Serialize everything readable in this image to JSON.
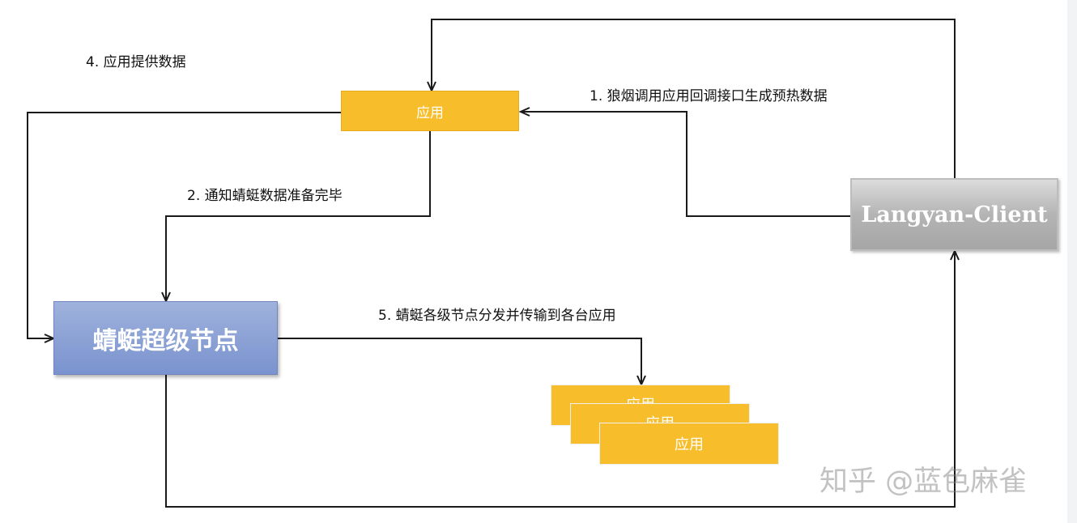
{
  "nodes": {
    "app_top": "应用",
    "client": "Langyan-Client",
    "super_node": "蜻蜓超级节点",
    "app_stack_1": "应用",
    "app_stack_2": "应用",
    "app_stack_3": "应用"
  },
  "steps": {
    "step1": "1. 狼烟调用应用回调接口生成预热数据",
    "step2": "2. 通知蜻蜓数据准备完毕",
    "step4": "4. 应用提供数据",
    "step5": "5. 蜻蜓各级节点分发并传输到各台应用"
  },
  "watermark": "知乎 @蓝色麻雀",
  "colors": {
    "app": "#f8bd2a",
    "super_node": "#8ca2d6",
    "client": "#b0b0b0",
    "line": "#1a1a1a"
  }
}
